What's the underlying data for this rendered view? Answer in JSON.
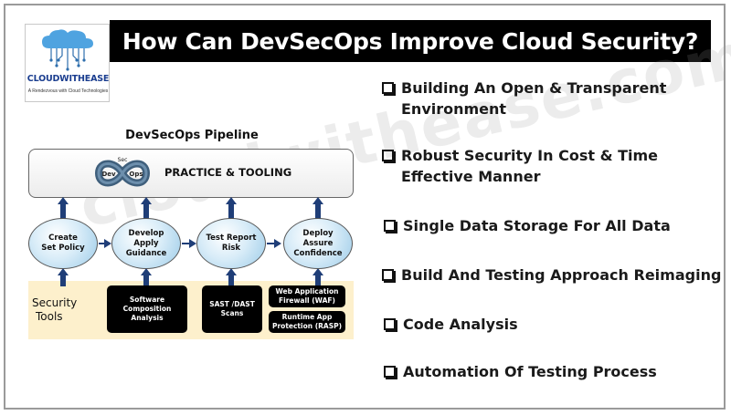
{
  "header": {
    "title": "How Can DevSecOps Improve Cloud Security?"
  },
  "logo": {
    "name": "CLOUDWITHEASE",
    "tagline": "A Rendezvous with Cloud Technologies",
    "icon": "cloud-circuit-icon"
  },
  "watermark": "cloudwithease.com",
  "diagram": {
    "title": "DevSecOps Pipeline",
    "practice_label": "PRACTICE & TOOLING",
    "infinity_labels": {
      "top": "Sec",
      "left": "Dev",
      "right": "Ops"
    },
    "stages": [
      {
        "line1": "Create",
        "line2": "Set Policy",
        "line3": ""
      },
      {
        "line1": "Develop",
        "line2": "Apply",
        "line3": "Guidance"
      },
      {
        "line1": "Test Report",
        "line2": "Risk",
        "line3": ""
      },
      {
        "line1": "Deploy",
        "line2": "Assure",
        "line3": "Confidence"
      }
    ],
    "security_tools_label": {
      "line1": "Security",
      "line2": "Tools"
    },
    "tools": [
      {
        "line1": "Software",
        "line2": "Composition",
        "line3": "Analysis"
      },
      {
        "line1": "SAST /DAST",
        "line2": "Scans",
        "line3": ""
      },
      {
        "line1": "Web Application",
        "line2": "Firewall (WAF)",
        "line3": ""
      },
      {
        "line1": "Runtime App",
        "line2": "Protection (RASP)",
        "line3": ""
      }
    ],
    "colors": {
      "arrow": "#1f3e78",
      "band": "#fdf0cc",
      "stage": "#9ccbe8"
    }
  },
  "bullets": [
    {
      "line1": "Building An Open & Transparent",
      "line2": "Environment"
    },
    {
      "line1": "Robust Security In Cost & Time",
      "line2": "Effective Manner"
    },
    {
      "line1": "Single Data Storage For All Data",
      "line2": ""
    },
    {
      "line1": "Build And Testing Approach Reimaging",
      "line2": ""
    },
    {
      "line1": "Code Analysis",
      "line2": ""
    },
    {
      "line1": "Automation Of Testing Process",
      "line2": ""
    }
  ]
}
